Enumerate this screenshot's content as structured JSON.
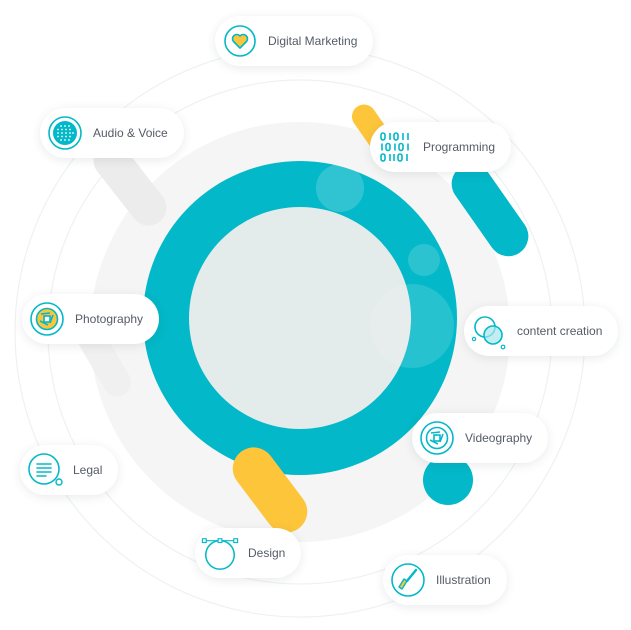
{
  "colors": {
    "teal": "#03b8c8",
    "yellow": "#fcc53a",
    "gray_pill": "#ebebeb",
    "inner_circle": "#e4ebeb",
    "ring_light": "#f4f4f4",
    "text": "#555b66"
  },
  "services": [
    {
      "label": "Digital Marketing",
      "icon": "heart-icon"
    },
    {
      "label": "Audio & Voice",
      "icon": "microphone-grille-icon"
    },
    {
      "label": "Programming",
      "icon": "binary-code-icon"
    },
    {
      "label": "Photography",
      "icon": "camera-aperture-icon"
    },
    {
      "label": "content creation",
      "icon": "overlapping-circles-icon"
    },
    {
      "label": "Videography",
      "icon": "camera-aperture-icon"
    },
    {
      "label": "Legal",
      "icon": "document-lines-icon"
    },
    {
      "label": "Design",
      "icon": "vector-bezier-icon"
    },
    {
      "label": "Illustration",
      "icon": "paintbrush-icon"
    }
  ]
}
